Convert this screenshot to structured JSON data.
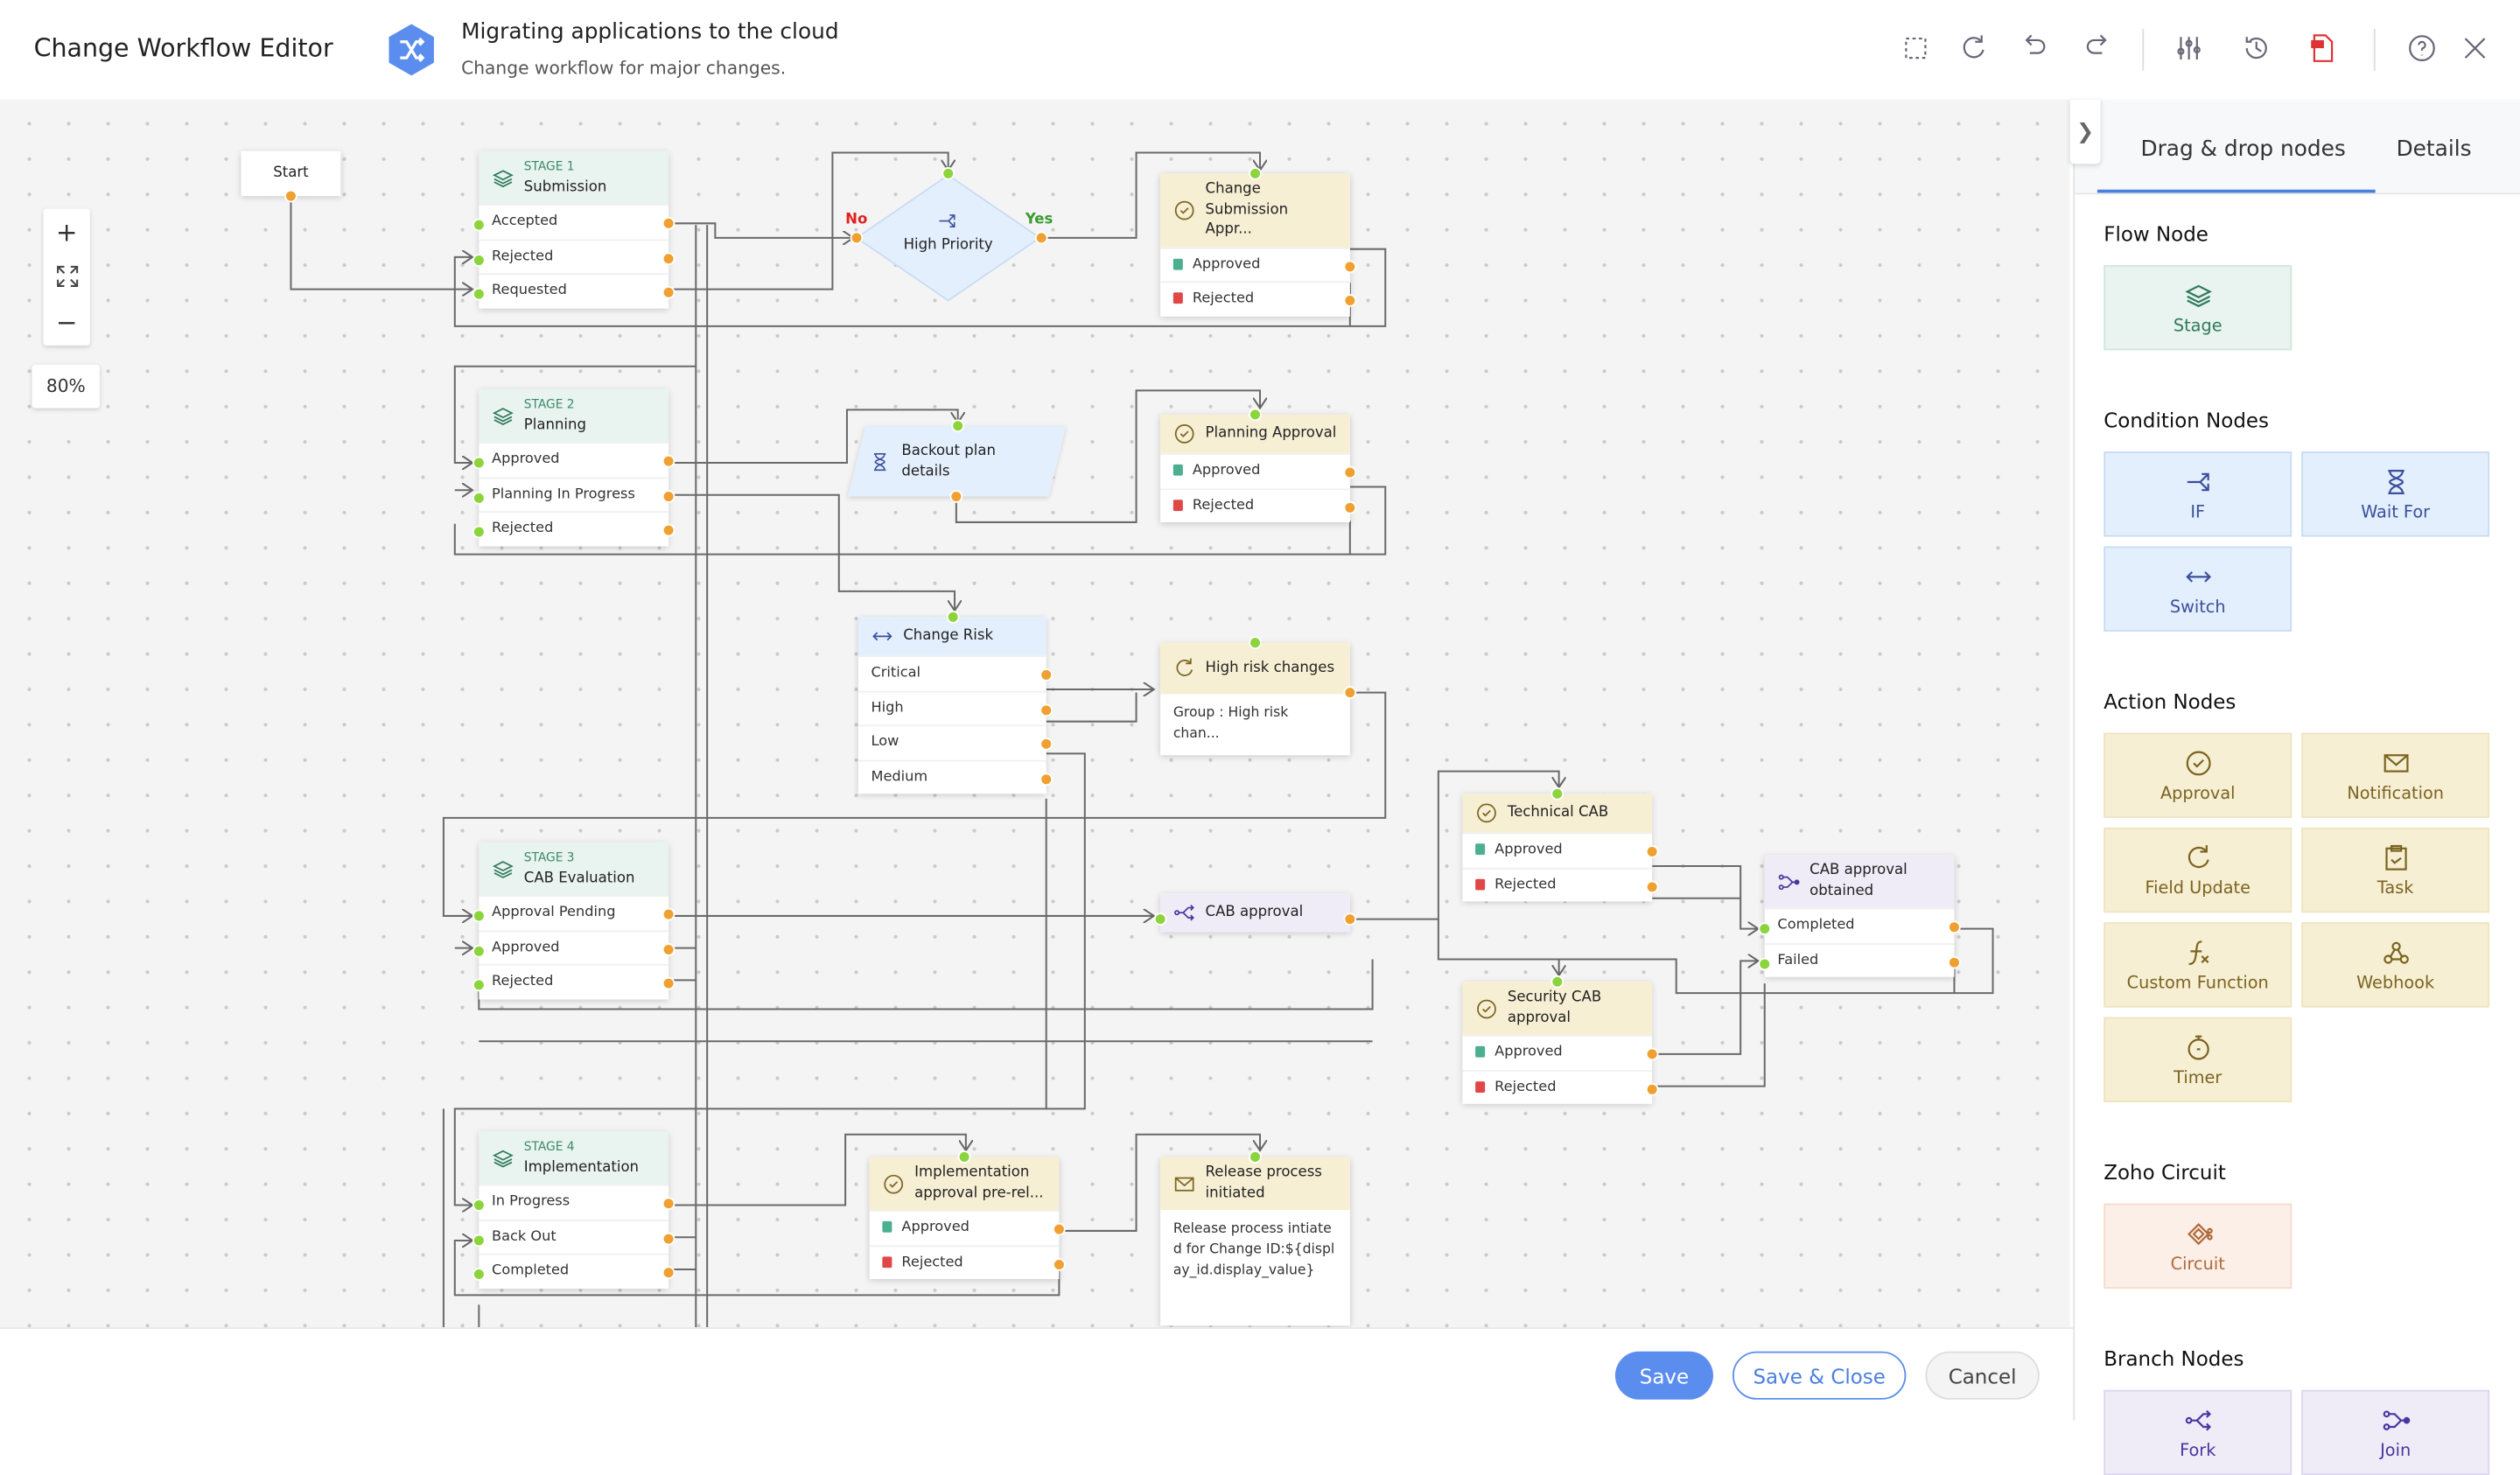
{
  "header": {
    "app_title": "Change Workflow Editor",
    "workflow_title": "Migrating applications to the cloud",
    "workflow_subtitle": "Change workflow for major changes.",
    "accent": "#5b8def",
    "toolbar": [
      "select-area-icon",
      "refresh-icon",
      "undo-icon",
      "redo-icon",
      "settings-sliders-icon",
      "history-icon",
      "pdf-export-icon",
      "help-icon",
      "close-icon"
    ]
  },
  "canvas": {
    "zoom_level": "80%",
    "zoom_in": "+",
    "zoom_out": "−",
    "condition_labels": {
      "no": "No",
      "yes": "Yes"
    },
    "nodes": [
      {
        "id": "start",
        "type": "start",
        "title": "Start"
      },
      {
        "id": "stage1",
        "type": "stage",
        "stage": "STAGE 1",
        "title": "Submission",
        "rows": [
          {
            "label": "Accepted"
          },
          {
            "label": "Rejected"
          },
          {
            "label": "Requested"
          }
        ]
      },
      {
        "id": "highPriority",
        "type": "if",
        "title": "High Priority"
      },
      {
        "id": "csa",
        "type": "approval",
        "title": "Change Submission Appr...",
        "rows": [
          {
            "label": "Approved",
            "status": "approved"
          },
          {
            "label": "Rejected",
            "status": "rejected"
          }
        ]
      },
      {
        "id": "stage2",
        "type": "stage",
        "stage": "STAGE 2",
        "title": "Planning",
        "rows": [
          {
            "label": "Approved"
          },
          {
            "label": "Planning In Progress"
          },
          {
            "label": "Rejected"
          }
        ]
      },
      {
        "id": "backout",
        "type": "waitfor",
        "title": "Backout plan details"
      },
      {
        "id": "planningApproval",
        "type": "approval",
        "title": "Planning Approval",
        "rows": [
          {
            "label": "Approved",
            "status": "approved"
          },
          {
            "label": "Rejected",
            "status": "rejected"
          }
        ]
      },
      {
        "id": "changeRisk",
        "type": "switch",
        "title": "Change Risk",
        "rows": [
          {
            "label": "Critical"
          },
          {
            "label": "High"
          },
          {
            "label": "Low"
          },
          {
            "label": "Medium"
          }
        ]
      },
      {
        "id": "highRisk",
        "type": "fieldupdate",
        "title": "High risk changes",
        "body": "Group : High risk chan..."
      },
      {
        "id": "techCab",
        "type": "approval",
        "title": "Technical CAB",
        "rows": [
          {
            "label": "Approved",
            "status": "approved"
          },
          {
            "label": "Rejected",
            "status": "rejected"
          }
        ]
      },
      {
        "id": "cabObtained",
        "type": "join",
        "title": "CAB approval obtained",
        "rows": [
          {
            "label": "Completed"
          },
          {
            "label": "Failed"
          }
        ]
      },
      {
        "id": "cabApproval",
        "type": "fork",
        "title": "CAB approval"
      },
      {
        "id": "secCab",
        "type": "approval",
        "title": "Security CAB approval",
        "rows": [
          {
            "label": "Approved",
            "status": "approved"
          },
          {
            "label": "Rejected",
            "status": "rejected"
          }
        ]
      },
      {
        "id": "stage3",
        "type": "stage",
        "stage": "STAGE 3",
        "title": "CAB Evaluation",
        "rows": [
          {
            "label": "Approval Pending"
          },
          {
            "label": "Approved"
          },
          {
            "label": "Rejected"
          }
        ]
      },
      {
        "id": "stage4",
        "type": "stage",
        "stage": "STAGE 4",
        "title": "Implementation",
        "rows": [
          {
            "label": "In Progress"
          },
          {
            "label": "Back Out"
          },
          {
            "label": "Completed"
          }
        ]
      },
      {
        "id": "implApproval",
        "type": "approval",
        "title": "Implementation approval pre-rel...",
        "rows": [
          {
            "label": "Approved",
            "status": "approved"
          },
          {
            "label": "Rejected",
            "status": "rejected"
          }
        ]
      },
      {
        "id": "release",
        "type": "notification",
        "title": "Release process initiated",
        "body": "Release process intiated for Change ID:${display_id.display_value}"
      }
    ]
  },
  "footer": {
    "save": "Save",
    "save_close": "Save & Close",
    "cancel": "Cancel"
  },
  "panel": {
    "tabs": [
      {
        "label": "Drag & drop nodes",
        "active": true
      },
      {
        "label": "Details",
        "active": false
      }
    ],
    "sections": [
      {
        "title": "Flow Node",
        "items": [
          {
            "label": "Stage",
            "icon": "stage-icon"
          }
        ]
      },
      {
        "title": "Condition Nodes",
        "items": [
          {
            "label": "IF",
            "icon": "if-icon"
          },
          {
            "label": "Wait For",
            "icon": "hourglass-icon"
          },
          {
            "label": "Switch",
            "icon": "switch-icon"
          }
        ]
      },
      {
        "title": "Action Nodes",
        "items": [
          {
            "label": "Approval",
            "icon": "approval-icon"
          },
          {
            "label": "Notification",
            "icon": "envelope-icon"
          },
          {
            "label": "Field Update",
            "icon": "refresh-icon"
          },
          {
            "label": "Task",
            "icon": "clipboard-icon"
          },
          {
            "label": "Custom Function",
            "icon": "function-icon"
          },
          {
            "label": "Webhook",
            "icon": "webhook-icon"
          },
          {
            "label": "Timer",
            "icon": "timer-icon"
          }
        ]
      },
      {
        "title": "Zoho Circuit",
        "items": [
          {
            "label": "Circuit",
            "icon": "circuit-icon"
          }
        ]
      },
      {
        "title": "Branch Nodes",
        "items": [
          {
            "label": "Fork",
            "icon": "fork-icon"
          },
          {
            "label": "Join",
            "icon": "join-icon"
          }
        ]
      }
    ]
  }
}
